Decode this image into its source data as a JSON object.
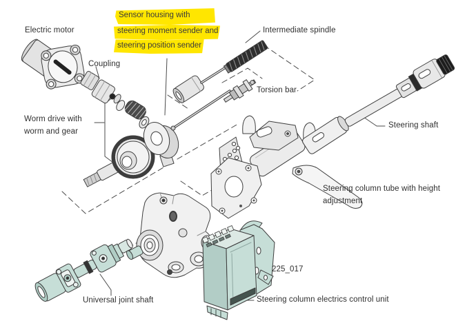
{
  "figure": {
    "caption_code": "225_017",
    "colors": {
      "highlight_yellow": "#ffe600",
      "part_teal": "#c6ded7",
      "line": "#3d3d3d",
      "text": "#2f2f2f"
    },
    "labels": {
      "electric_motor": "Electric motor",
      "sensor_housing": {
        "line1": "Sensor housing with",
        "line2": "steering moment sender and",
        "line3": "steering position sender"
      },
      "coupling": "Coupling",
      "intermediate_spindle": "Intermediate spindle",
      "torsion_bar": "Torsion bar",
      "worm_drive": {
        "line1": "Worm drive with",
        "line2": "worm and gear"
      },
      "steering_shaft": "Steering shaft",
      "steering_column_tube": {
        "line1": "Steering column tube with height",
        "line2": "adjustment"
      },
      "universal_joint_shaft": "Universal joint shaft",
      "electrics_control_unit": "Steering column electrics control unit"
    }
  }
}
